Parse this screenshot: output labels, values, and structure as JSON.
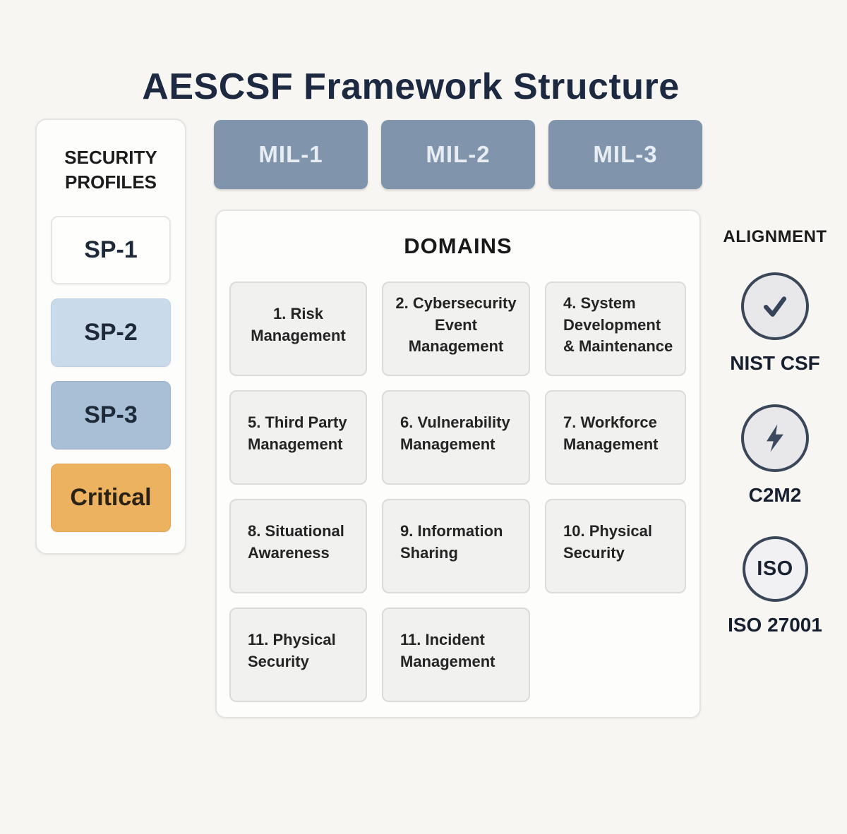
{
  "title": "AESCSF Framework Structure",
  "security_profiles": {
    "heading": "SECURITY PROFILES",
    "items": [
      {
        "label": "SP-1",
        "variant": "white"
      },
      {
        "label": "SP-2",
        "variant": "light-blue"
      },
      {
        "label": "SP-3",
        "variant": "blue"
      },
      {
        "label": "Critical",
        "variant": "amber"
      }
    ]
  },
  "mil_levels": [
    {
      "label": "MIL-1"
    },
    {
      "label": "MIL-2"
    },
    {
      "label": "MIL-3"
    }
  ],
  "domains": {
    "heading": "DOMAINS",
    "cells": [
      "1. Risk Management",
      "2. Cybersecurity Event Management",
      "4. System Development & Maintenance",
      "5. Third Party Management",
      "6. Vulnerability Management",
      "7. Workforce Management",
      "8. Situational Awareness",
      "9. Information Sharing",
      "10. Physical Security",
      "11. Physical Security",
      "11. Incident Management"
    ]
  },
  "alignment": {
    "heading": "ALIGNMENT",
    "items": [
      {
        "icon": "check-icon",
        "label": "NIST CSF"
      },
      {
        "icon": "lightning-icon",
        "label": "C2M2"
      },
      {
        "icon": "iso-badge",
        "badge_text": "ISO",
        "label": "ISO 27001"
      }
    ]
  },
  "colors": {
    "background": "#f7f6f3",
    "panel_bg": "#fdfdfc",
    "panel_border": "#e4e3e0",
    "title_text": "#1c2940",
    "mil_button": "#8095ab",
    "mil_text": "#e7edf3",
    "sp1_bg": "#fefefd",
    "sp2_bg": "#c9daeb",
    "sp3_bg": "#a9bfd6",
    "critical_bg": "#ecb25f",
    "domain_cell_bg": "#f1f1ef",
    "domain_cell_border": "#dcdbd8",
    "icon_stroke": "#3a4758",
    "icon_circle_bg": "#e8e8eb"
  }
}
